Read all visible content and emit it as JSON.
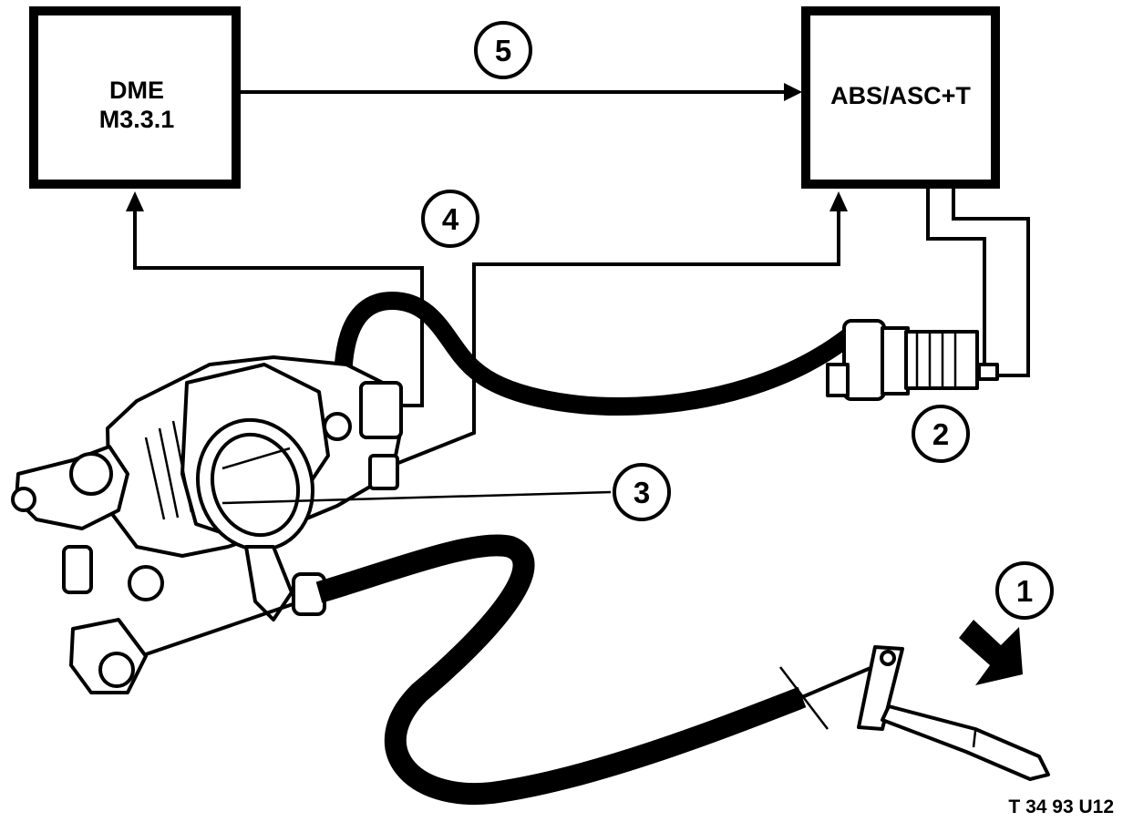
{
  "boxes": {
    "dme": {
      "line1": "DME",
      "line2": "M3.3.1"
    },
    "abs": {
      "label": "ABS/ASC+T"
    }
  },
  "callouts": [
    "1",
    "2",
    "3",
    "4",
    "5"
  ],
  "figure_code": "T 34 93 U12"
}
